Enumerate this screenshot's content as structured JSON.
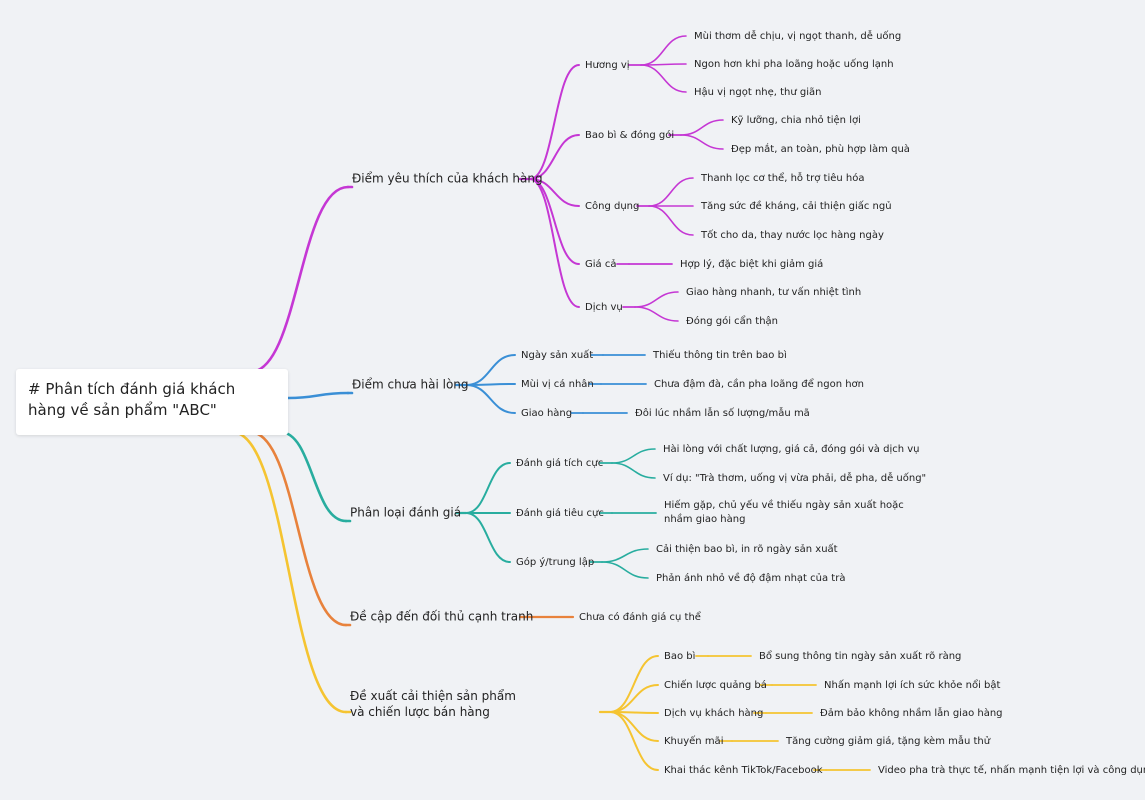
{
  "root": {
    "title": "# Phân tích đánh giá khách hàng về sản phẩm \"ABC\""
  },
  "branches": [
    {
      "id": "b1",
      "label": "Điểm yêu thích của khách hàng",
      "color": "#c537d4",
      "children": [
        {
          "label": "Hương vị",
          "children": [
            "Mùi thơm dễ chịu, vị ngọt thanh, dễ uống",
            "Ngon hơn khi pha loãng hoặc uống lạnh",
            "Hậu vị ngọt nhẹ, thư giãn"
          ]
        },
        {
          "label": "Bao bì & đóng gói",
          "children": [
            "Kỹ lưỡng, chia nhỏ tiện lợi",
            "Đẹp mắt, an toàn, phù hợp làm quà"
          ]
        },
        {
          "label": "Công dụng",
          "children": [
            "Thanh lọc cơ thể, hỗ trợ tiêu hóa",
            "Tăng sức đề kháng, cải thiện giấc ngủ",
            "Tốt cho da, thay nước lọc hàng ngày"
          ]
        },
        {
          "label": "Giá cả",
          "children": [
            "Hợp lý, đặc biệt khi giảm giá"
          ]
        },
        {
          "label": "Dịch vụ",
          "children": [
            "Giao hàng nhanh, tư vấn nhiệt tình",
            "Đóng gói cẩn thận"
          ]
        }
      ]
    },
    {
      "id": "b2",
      "label": "Điểm chưa hài lòng",
      "color": "#3a8fd6",
      "children": [
        {
          "label": "Ngày sản xuất",
          "children": [
            "Thiếu thông tin trên bao bì"
          ]
        },
        {
          "label": "Mùi vị cá nhân",
          "children": [
            "Chưa đậm đà, cần pha loãng để ngon hơn"
          ]
        },
        {
          "label": "Giao hàng",
          "children": [
            "Đôi lúc nhầm lẫn số lượng/mẫu mã"
          ]
        }
      ]
    },
    {
      "id": "b3",
      "label": "Phân loại đánh giá",
      "color": "#28ad9f",
      "children": [
        {
          "label": "Đánh giá tích cực",
          "children": [
            "Hài lòng với chất lượng, giá cả, đóng gói và dịch vụ",
            "Ví dụ: \"Trà thơm, uống vị vừa phải, dễ pha, dễ uống\""
          ]
        },
        {
          "label": "Đánh giá tiêu cực",
          "children": [
            "Hiếm gặp, chủ yếu về thiếu ngày sản xuất hoặc nhầm giao hàng"
          ]
        },
        {
          "label": "Góp ý/trung lập",
          "children": [
            "Cải thiện bao bì, in rõ ngày sản xuất",
            "Phản ánh nhỏ về độ đậm nhạt của trà"
          ]
        }
      ]
    },
    {
      "id": "b4",
      "label": "Đề cập đến đối thủ cạnh tranh",
      "color": "#e8823c",
      "children": [
        {
          "label": "Chưa có đánh giá cụ thể",
          "children": []
        }
      ]
    },
    {
      "id": "b5",
      "label": "Đề xuất cải thiện sản phẩm và chiến lược bán hàng",
      "color": "#f5c431",
      "children": [
        {
          "label": "Bao bì",
          "children": [
            "Bổ sung thông tin ngày sản xuất rõ ràng"
          ]
        },
        {
          "label": "Chiến lược quảng bá",
          "children": [
            "Nhấn mạnh lợi ích sức khỏe nổi bật"
          ]
        },
        {
          "label": "Dịch vụ khách hàng",
          "children": [
            "Đảm bảo không nhầm lẫn giao hàng"
          ]
        },
        {
          "label": "Khuyến mãi",
          "children": [
            "Tăng cường giảm giá, tặng kèm mẫu thử"
          ]
        },
        {
          "label": "Khai thác kênh TikTok/Facebook",
          "children": [
            "Video pha trà thực tế, nhấn mạnh tiện lợi và công dụng"
          ]
        }
      ]
    }
  ]
}
